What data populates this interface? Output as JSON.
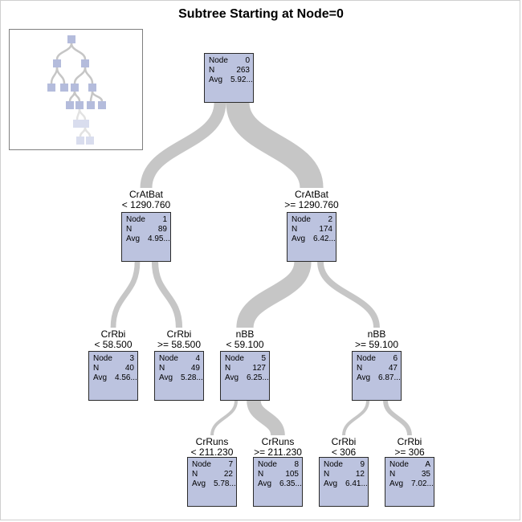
{
  "title": "Subtree Starting at Node=0",
  "colors": {
    "node_fill": "#bcc3df",
    "node_border": "#2b2b2b",
    "link": "#c6c6c6",
    "overview_fill": "#b4bcdc",
    "overview_fade": "#d9ddee",
    "overview_link": "#c6c6c6"
  },
  "labels": {
    "node": "Node",
    "n": "N",
    "avg": "Avg"
  },
  "nodes": [
    {
      "id": "0",
      "n": "263",
      "avg": "5.92..."
    },
    {
      "id": "1",
      "n": "89",
      "avg": "4.95..."
    },
    {
      "id": "2",
      "n": "174",
      "avg": "6.42..."
    },
    {
      "id": "3",
      "n": "40",
      "avg": "4.56..."
    },
    {
      "id": "4",
      "n": "49",
      "avg": "5.28..."
    },
    {
      "id": "5",
      "n": "127",
      "avg": "6.25..."
    },
    {
      "id": "6",
      "n": "47",
      "avg": "6.87..."
    },
    {
      "id": "7",
      "n": "22",
      "avg": "5.78..."
    },
    {
      "id": "8",
      "n": "105",
      "avg": "6.35..."
    },
    {
      "id": "9",
      "n": "12",
      "avg": "6.41..."
    },
    {
      "id": "A",
      "n": "35",
      "avg": "7.02..."
    }
  ],
  "rules": [
    {
      "var": "CrAtBat",
      "cond": "< 1290.760"
    },
    {
      "var": "CrAtBat",
      "cond": ">= 1290.760"
    },
    {
      "var": "CrRbi",
      "cond": "< 58.500"
    },
    {
      "var": "CrRbi",
      "cond": ">= 58.500"
    },
    {
      "var": "nBB",
      "cond": "< 59.100"
    },
    {
      "var": "nBB",
      "cond": ">= 59.100"
    },
    {
      "var": "CrRuns",
      "cond": "< 211.230"
    },
    {
      "var": "CrRuns",
      "cond": ">= 211.230"
    },
    {
      "var": "CrRbi",
      "cond": "< 306"
    },
    {
      "var": "CrRbi",
      "cond": ">= 306"
    }
  ]
}
